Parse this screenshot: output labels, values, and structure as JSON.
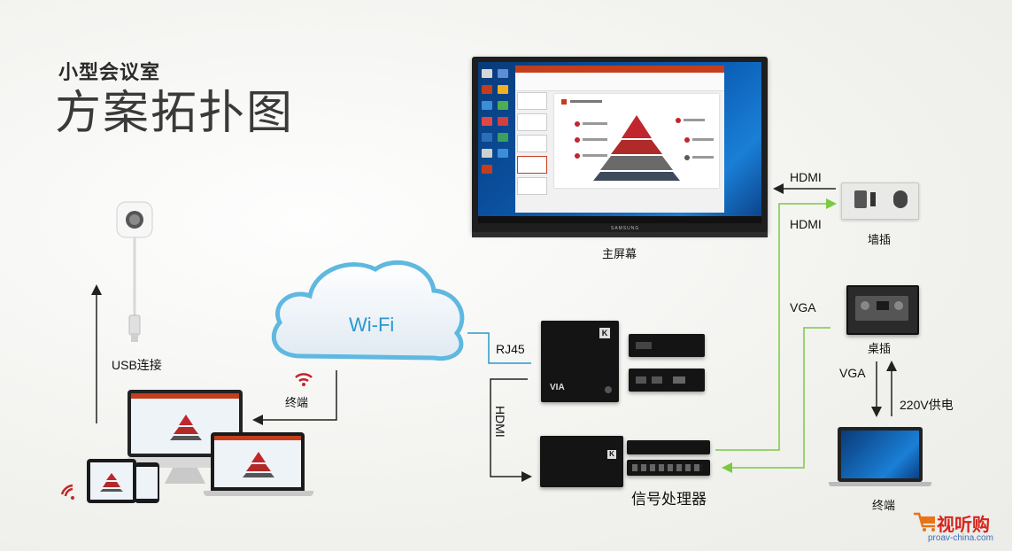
{
  "title": {
    "small": "小型会议室",
    "big": "方案拓扑图"
  },
  "labels": {
    "main_screen": "主屏幕",
    "wall_socket": "墙插",
    "desk_socket": "桌插",
    "terminal_right": "终端",
    "terminal_left": "终端",
    "signal_processor": "信号处理器",
    "usb": "USB连接",
    "wifi": "Wi-Fi",
    "rj45": "RJ45",
    "hdmi_out": "HDMI",
    "hdmi_in": "HDMI",
    "hdmi_vertical": "HDMI",
    "vga_top": "VGA",
    "vga_mid": "VGA",
    "power": "220V供电"
  },
  "devices": {
    "tv_brand": "SAMSUNG",
    "via_logo": "VIA",
    "kramer_logo": "K"
  },
  "watermark": {
    "brand": "视听购",
    "url": "proav-china.com"
  },
  "colors": {
    "green_line": "#7ac943",
    "blue_line": "#2a98d0",
    "dark_line": "#222222",
    "wifi_red": "#c0262c"
  }
}
